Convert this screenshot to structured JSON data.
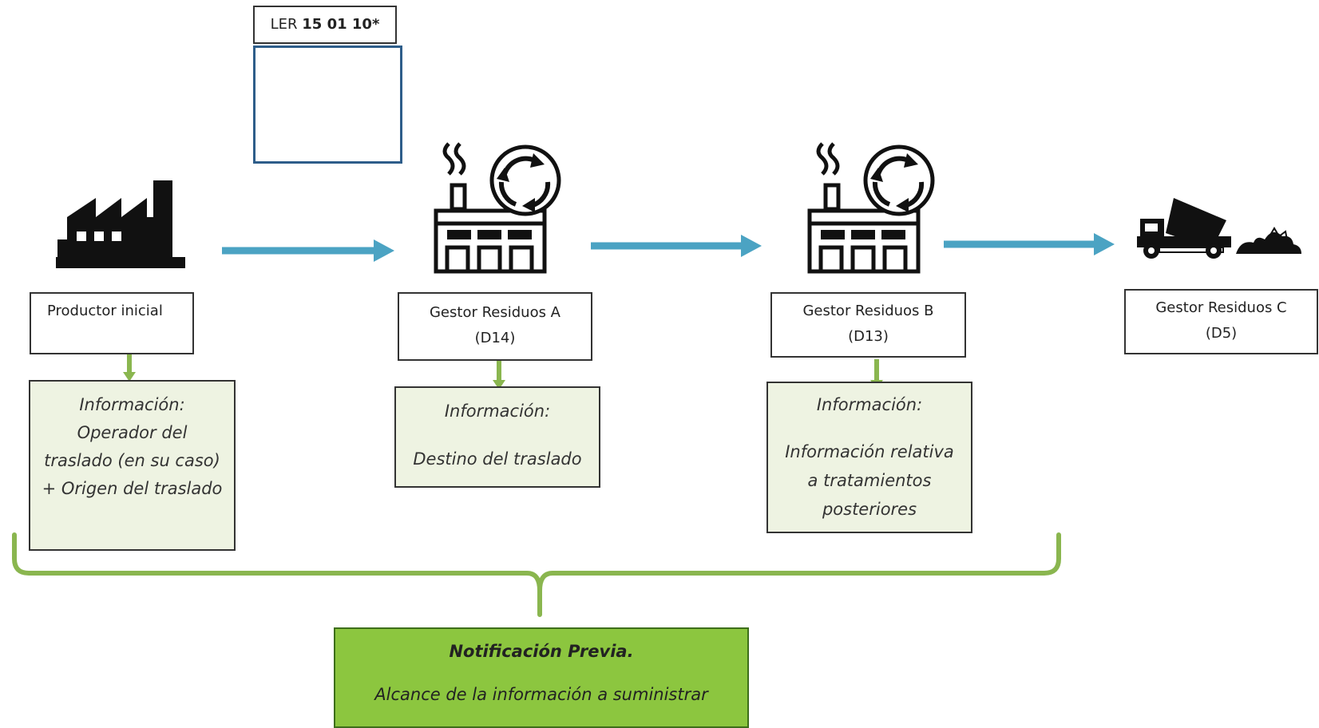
{
  "ler": {
    "prefix": "LER",
    "code": "15 01 10*"
  },
  "nodes": {
    "productor": {
      "label": "Productor inicial"
    },
    "gestor_a": {
      "line1": "Gestor Residuos A",
      "line2": "(D14)"
    },
    "gestor_b": {
      "line1": "Gestor Residuos B",
      "line2": "(D13)"
    },
    "gestor_c": {
      "line1": "Gestor Residuos C",
      "line2": "(D5)"
    }
  },
  "info_boxes": {
    "productor": [
      "Información:",
      "Operador del",
      "traslado (en su caso)",
      "+ Origen del traslado"
    ],
    "gestor_a": [
      "Información:",
      "Destino del traslado"
    ],
    "gestor_b": [
      "Información:",
      "Información relativa",
      "a tratamientos",
      "posteriores"
    ]
  },
  "notification": {
    "title": "Notificación Previa.",
    "subtitle": "Alcance de la información a suministrar"
  },
  "colors": {
    "flow_arrow": "#4ba3c3",
    "green_connector": "#8ab64f",
    "info_fill": "#eef3e2",
    "notification_fill": "#8cc63f",
    "icon_frame": "#2e5d8a"
  },
  "icons": [
    "factory-icon",
    "barrel-icon",
    "bottles-icon",
    "recycling-plant-icon",
    "dump-truck-icon"
  ]
}
